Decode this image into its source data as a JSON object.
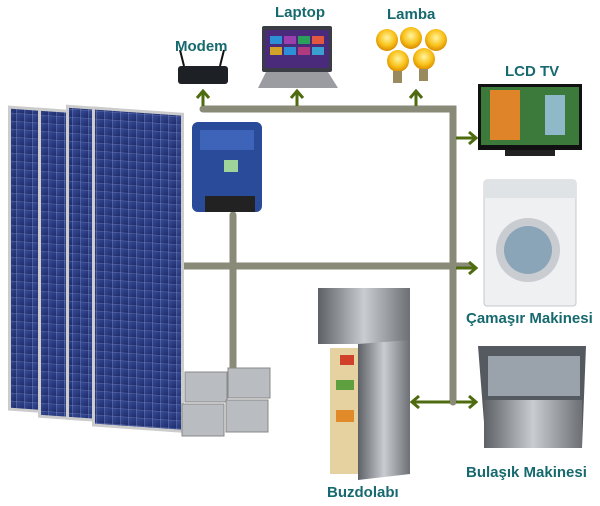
{
  "labels": {
    "modem": "Modem",
    "laptop": "Laptop",
    "lamba": "Lamba",
    "lcd_tv": "LCD TV",
    "camasir": "Çamaşır Makinesi",
    "bulasik": "Bulaşık Makinesi",
    "buzdolabi": "Buzdolabı"
  },
  "colors": {
    "label": "#16696e",
    "wire": "#8a8a78",
    "arrow": "#4e6b10"
  }
}
